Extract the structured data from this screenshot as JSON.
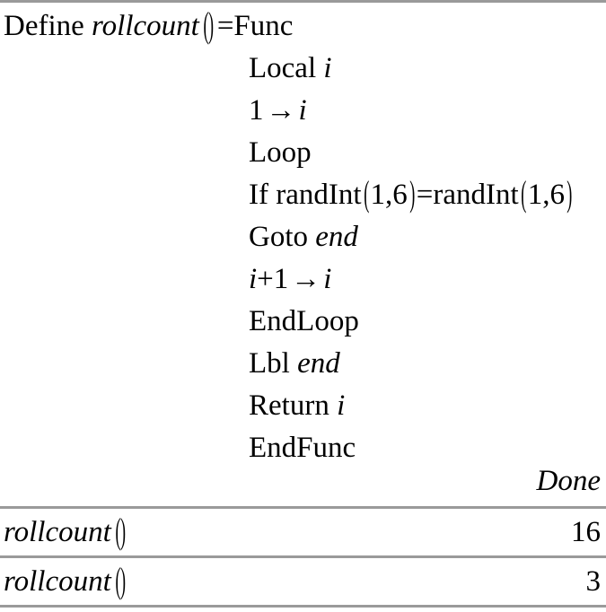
{
  "app": {
    "kind": "ti-nspire-calculator-page",
    "background_color": "#ffffff",
    "text_color": "#000000",
    "rule_color": "#9a9a9a"
  },
  "program": {
    "lines": [
      {
        "id": "define",
        "indent": false,
        "parts": [
          {
            "text": "Define ",
            "style": "upright"
          },
          {
            "text": "rollcount",
            "style": "italic"
          },
          {
            "text": "()",
            "style": "paren"
          },
          {
            "text": "=Func",
            "style": "upright"
          }
        ]
      },
      {
        "id": "local",
        "indent": true,
        "parts": [
          {
            "text": "Local ",
            "style": "upright"
          },
          {
            "text": "i",
            "style": "italic"
          }
        ]
      },
      {
        "id": "init",
        "indent": true,
        "parts": [
          {
            "text": "1",
            "style": "upright"
          },
          {
            "text": "→",
            "style": "arrow"
          },
          {
            "text": "i",
            "style": "italic"
          }
        ]
      },
      {
        "id": "loop",
        "indent": true,
        "parts": [
          {
            "text": "Loop",
            "style": "upright"
          }
        ]
      },
      {
        "id": "if",
        "indent": true,
        "parts": [
          {
            "text": "If randInt",
            "style": "upright"
          },
          {
            "text": "(",
            "style": "paren"
          },
          {
            "text": "1,6",
            "style": "upright"
          },
          {
            "text": ")",
            "style": "paren"
          },
          {
            "text": "=randInt",
            "style": "upright"
          },
          {
            "text": "(",
            "style": "paren"
          },
          {
            "text": "1,6",
            "style": "upright"
          },
          {
            "text": ")",
            "style": "paren"
          }
        ]
      },
      {
        "id": "goto",
        "indent": true,
        "parts": [
          {
            "text": "Goto ",
            "style": "upright"
          },
          {
            "text": "end",
            "style": "italic"
          }
        ]
      },
      {
        "id": "incr",
        "indent": true,
        "parts": [
          {
            "text": "i",
            "style": "italic"
          },
          {
            "text": "+1",
            "style": "upright"
          },
          {
            "text": "→",
            "style": "arrow"
          },
          {
            "text": "i",
            "style": "italic"
          }
        ]
      },
      {
        "id": "endloop",
        "indent": true,
        "parts": [
          {
            "text": "EndLoop",
            "style": "upright"
          }
        ]
      },
      {
        "id": "lbl",
        "indent": true,
        "parts": [
          {
            "text": "Lbl ",
            "style": "upright"
          },
          {
            "text": "end",
            "style": "italic"
          }
        ]
      },
      {
        "id": "return",
        "indent": true,
        "parts": [
          {
            "text": "Return ",
            "style": "upright"
          },
          {
            "text": "i",
            "style": "italic"
          }
        ]
      },
      {
        "id": "endfunc",
        "indent": true,
        "parts": [
          {
            "text": "EndFunc",
            "style": "upright"
          }
        ]
      }
    ]
  },
  "results": {
    "define_result": "Done",
    "entries": [
      {
        "input_name": "rollcount",
        "input_parens": "()",
        "output": "16"
      },
      {
        "input_name": "rollcount",
        "input_parens": "()",
        "output": "3"
      }
    ]
  }
}
